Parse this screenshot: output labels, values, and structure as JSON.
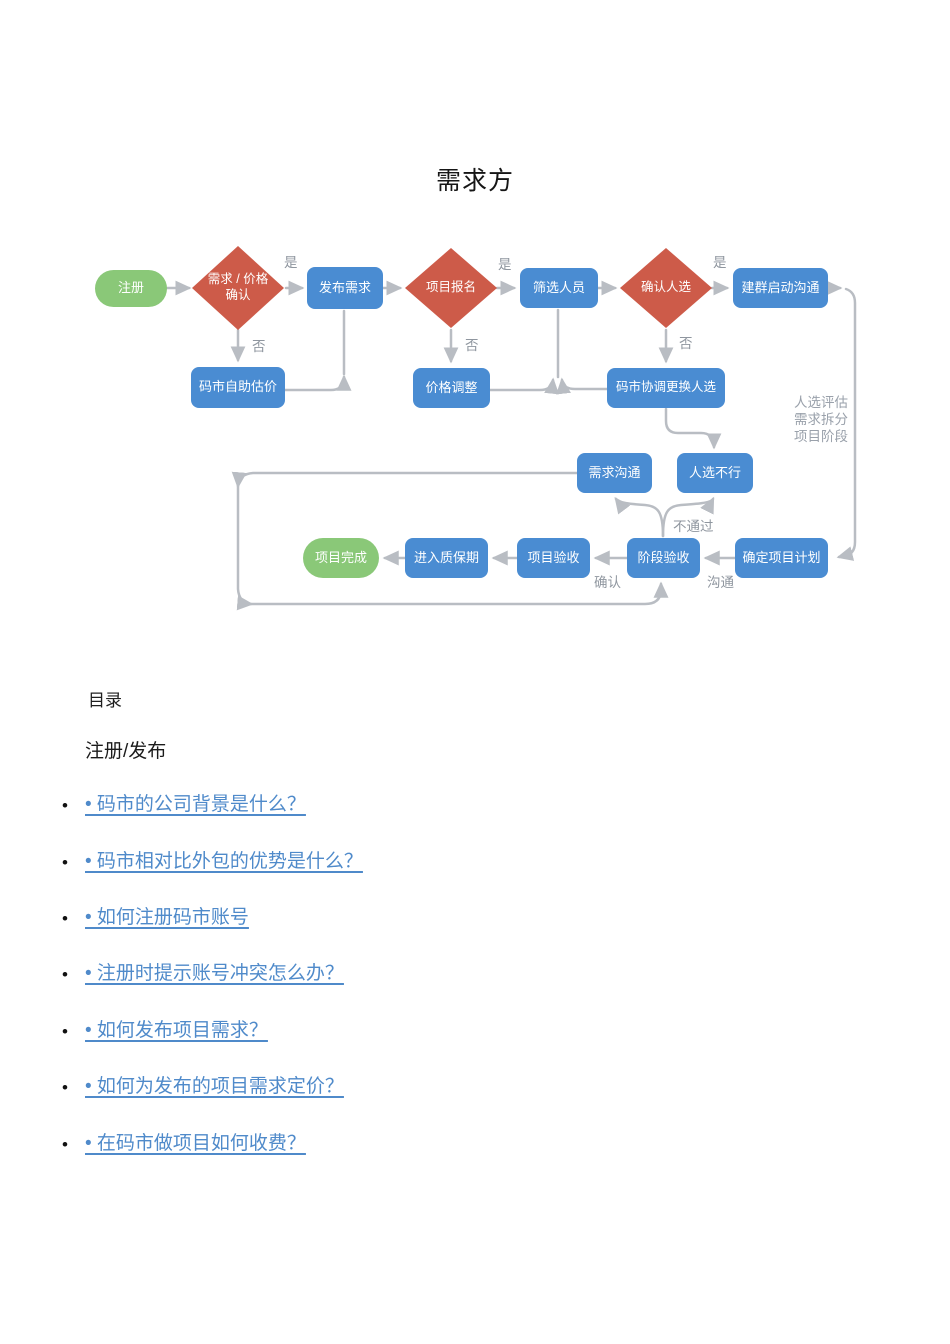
{
  "title": "需求方",
  "flowchart": {
    "nodes": {
      "register": "注册",
      "confirm_demand_price": "需求 / 价格\n确认",
      "publish_demand": "发布需求",
      "project_apply": "项目报名",
      "screen_people": "筛选人员",
      "confirm_candidate": "确认人选",
      "create_group": "建群启动沟通",
      "self_estimate": "码市自助估价",
      "price_adjust": "价格调整",
      "coordinate_replace": "码市协调更换人选",
      "demand_communicate": "需求沟通",
      "candidate_fail": "人选不行",
      "project_done": "项目完成",
      "warranty": "进入质保期",
      "project_accept": "项目验收",
      "stage_accept": "阶段验收",
      "project_plan": "确定项目计划"
    },
    "labels": {
      "yes1": "是",
      "yes2": "是",
      "yes3": "是",
      "no1": "否",
      "no2": "否",
      "no3": "否",
      "not_pass": "不通过",
      "confirm": "确认",
      "communicate": "沟通",
      "annotation": "人选评估\n需求拆分\n项目阶段"
    },
    "colors": {
      "node_blue": "#4a8cd2",
      "node_red": "#cd5b49",
      "node_green": "#8ac878",
      "connector_gray": "#b9bdc3",
      "label_gray": "#8f969f",
      "link_blue": "#4f8aca"
    }
  },
  "toc": {
    "heading": "目录",
    "section": "注册/发布",
    "bullet": "•",
    "items": [
      "• 码市的公司背景是什么？",
      "• 码市相对比外包的优势是什么？",
      "• 如何注册码市账号",
      "• 注册时提示账号冲突怎么办？",
      "• 如何发布项目需求？",
      "• 如何为发布的项目需求定价？",
      "• 在码市做项目如何收费？"
    ]
  }
}
